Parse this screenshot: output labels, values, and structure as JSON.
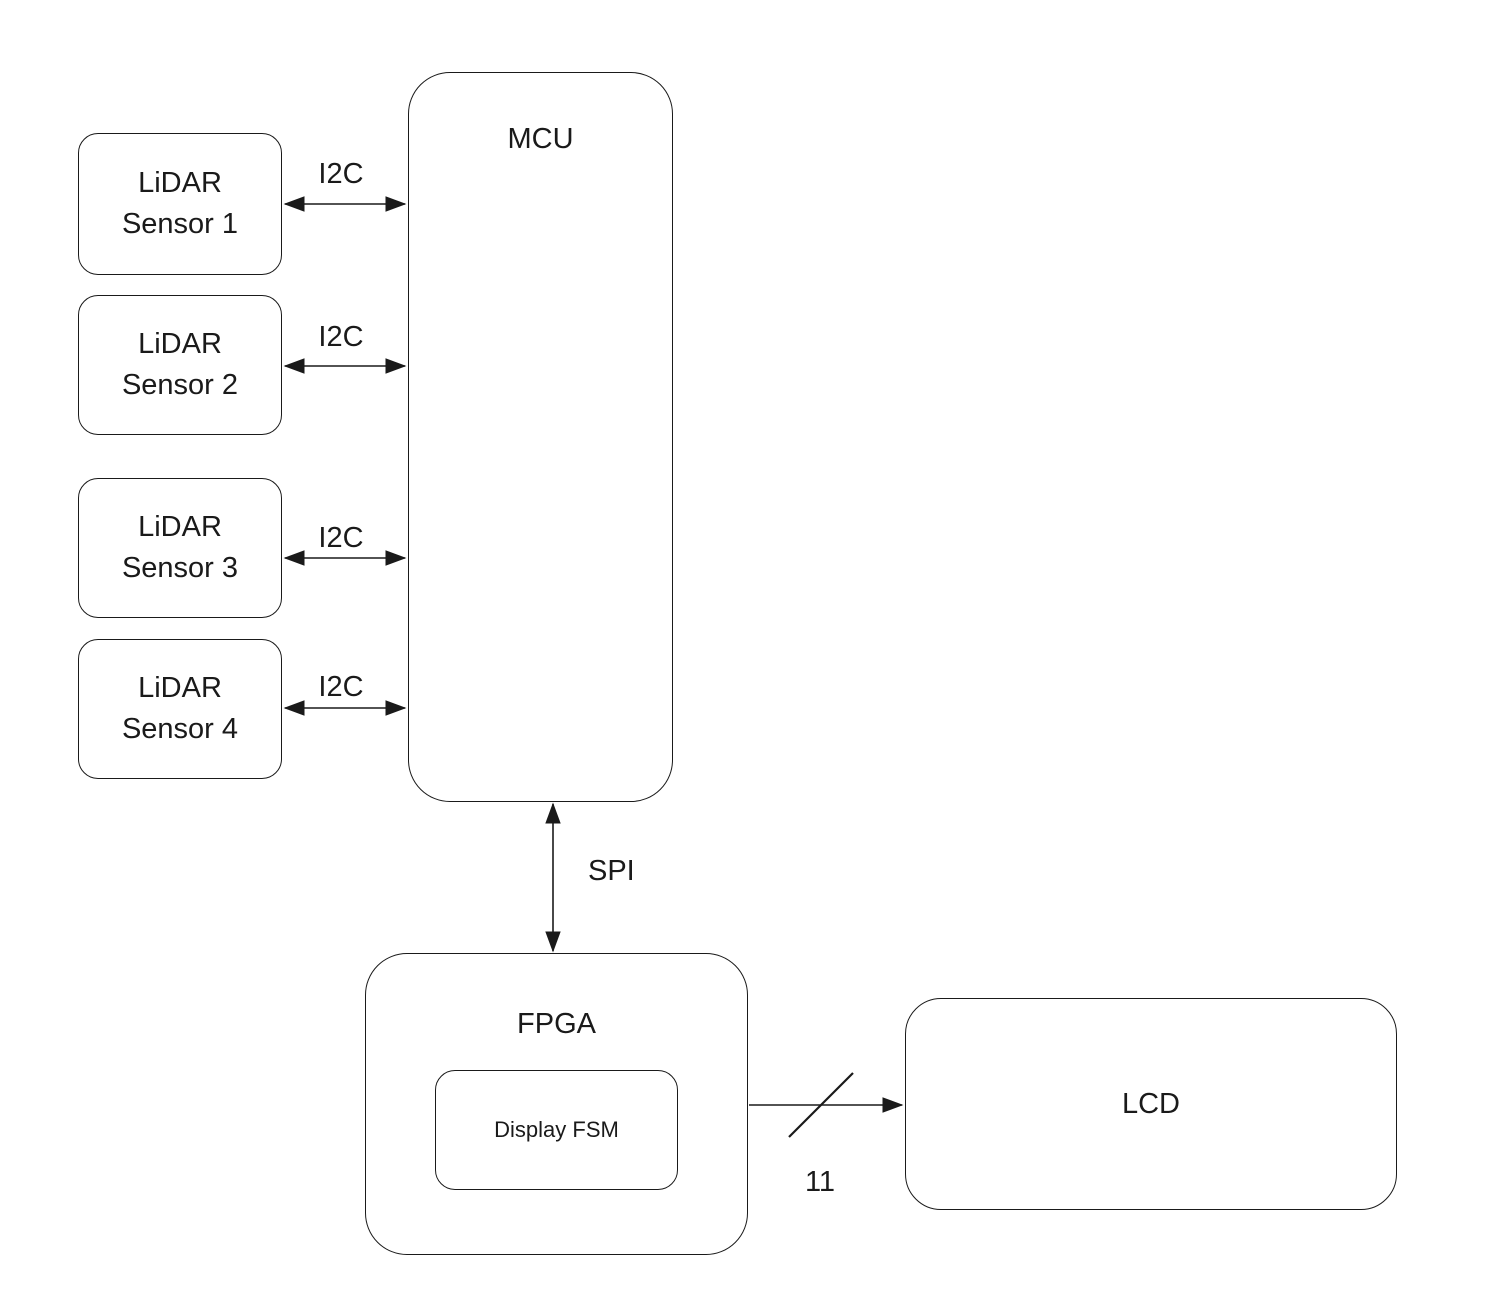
{
  "colors": {
    "stroke": "#1a1a1a",
    "text": "#1a1a1a",
    "background": "#ffffff"
  },
  "nodes": {
    "lidar1": {
      "line1": "LiDAR",
      "line2": "Sensor 1"
    },
    "lidar2": {
      "line1": "LiDAR",
      "line2": "Sensor 2"
    },
    "lidar3": {
      "line1": "LiDAR",
      "line2": "Sensor 3"
    },
    "lidar4": {
      "line1": "LiDAR",
      "line2": "Sensor 4"
    },
    "mcu": {
      "label": "MCU"
    },
    "fpga": {
      "label": "FPGA"
    },
    "display_fsm": {
      "label": "Display FSM"
    },
    "lcd": {
      "label": "LCD"
    }
  },
  "edges": {
    "i2c1": {
      "label": "I2C",
      "type": "bidirectional"
    },
    "i2c2": {
      "label": "I2C",
      "type": "bidirectional"
    },
    "i2c3": {
      "label": "I2C",
      "type": "bidirectional"
    },
    "i2c4": {
      "label": "I2C",
      "type": "bidirectional"
    },
    "spi": {
      "label": "SPI",
      "type": "bidirectional"
    },
    "lcd_bus": {
      "label": "11",
      "type": "directional-bus"
    }
  }
}
